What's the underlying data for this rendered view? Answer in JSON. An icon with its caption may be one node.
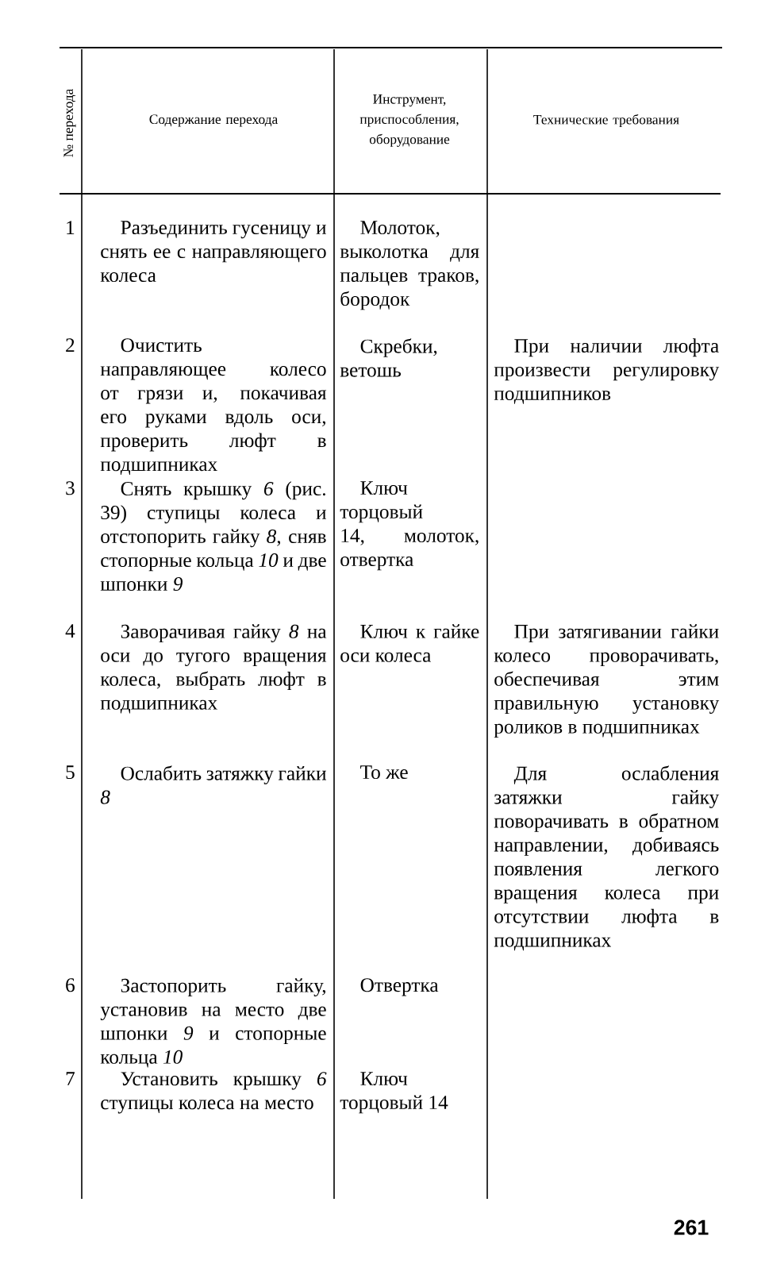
{
  "diagram": {
    "labels": [
      "№ перехода",
      "Содержание перехода",
      "Инструмент, приспособления, оборудование",
      "Технические требования",
      "1",
      "Разъединить гусеницу и снять ее с направляющего колеса",
      "Молоток, выколотка для пальцев траков, бородок",
      "2",
      "Очистить направляющее колесо от грязи и, покачивая его руками вдоль оси, проверить люфт в подшипниках",
      "Скребки, ветошь",
      "При наличии люфта произвести регулировку подшипников",
      "3",
      "Снять крышку *6* (рис. 39) ступицы колеса и отстопорить гайку *8*, сняв стопорные кольца *10* и две шпонки *9*",
      "Ключ торцовый 14, молоток, отвертка",
      "4",
      "Заворачивая гайку *8* на оси до тугого вращения колеса, выбрать люфт в подшипниках",
      "Ключ к гайке оси колеса",
      "При затягивании гайки колесо проворачивать, обеспечивая этим правильную установку роликов в подшипниках",
      "5",
      "Ослабить затяжку гайки *8*",
      "То же",
      "Для ослабления затяжки гайку поворачивать в обратном направлении, добиваясь появления легкого вращения колеса при отсутствии люфта в подшипниках",
      "6",
      "Застопорить гайку, установив на место две шпонки *9* и стопорные кольца *10*",
      "Отвертка",
      "7",
      "Установить крышку *6* ступицы колеса на место",
      "Ключ торцовый 14",
      "261"
    ]
  }
}
